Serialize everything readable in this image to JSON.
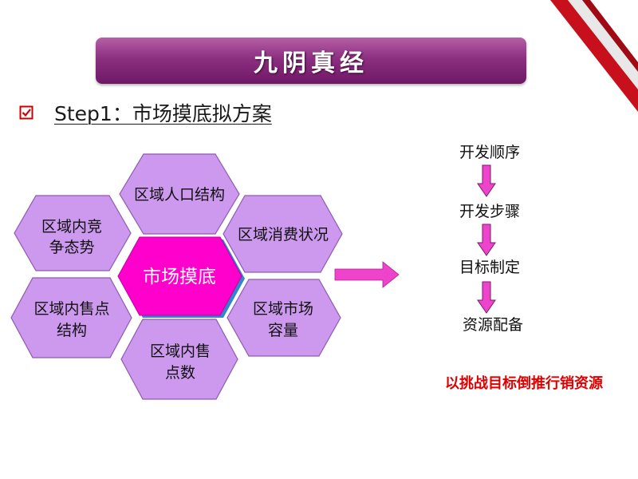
{
  "title": "九阴真经",
  "step": {
    "label": "Step1：市场摸底拟方案"
  },
  "hexagons": {
    "center": "市场摸底",
    "top": "区域人口结构",
    "right_top": [
      "区域消费状况"
    ],
    "right_bottom": [
      "区域市场",
      "容量"
    ],
    "bottom": [
      "区域内售",
      "点数"
    ],
    "left_bottom": [
      "区域内售点",
      "结构"
    ],
    "left_top": [
      "区域内竞",
      "争态势"
    ]
  },
  "flow": {
    "steps": [
      "开发顺序",
      "开发步骤",
      "目标制定",
      "资源配备"
    ],
    "note": "以挑战目标倒推行销资源"
  },
  "colors": {
    "hex_fill": "#cc99ee",
    "hex_center": "#ff00cc",
    "arrow": "#ee44cc",
    "accent_red": "#e00000",
    "banner": "#8c2f80"
  }
}
